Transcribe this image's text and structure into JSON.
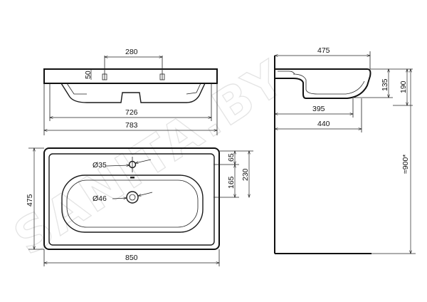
{
  "watermark": "SANITA.BY",
  "front_view": {
    "tap_spacing": "280",
    "rim_height": "50",
    "cabinet_width": "726",
    "overall_width": "783"
  },
  "side_view": {
    "depth": "475",
    "bowl_depth": "135",
    "basin_height": "190",
    "bowl_width": "395",
    "cabinet_depth": "440",
    "mount_height": "≈900*"
  },
  "top_view": {
    "tap_hole": "Ø35",
    "drain_hole": "Ø46",
    "tap_offset": "65",
    "drain_offset": "165",
    "drain_from_back": "230",
    "depth": "475",
    "width": "850"
  }
}
